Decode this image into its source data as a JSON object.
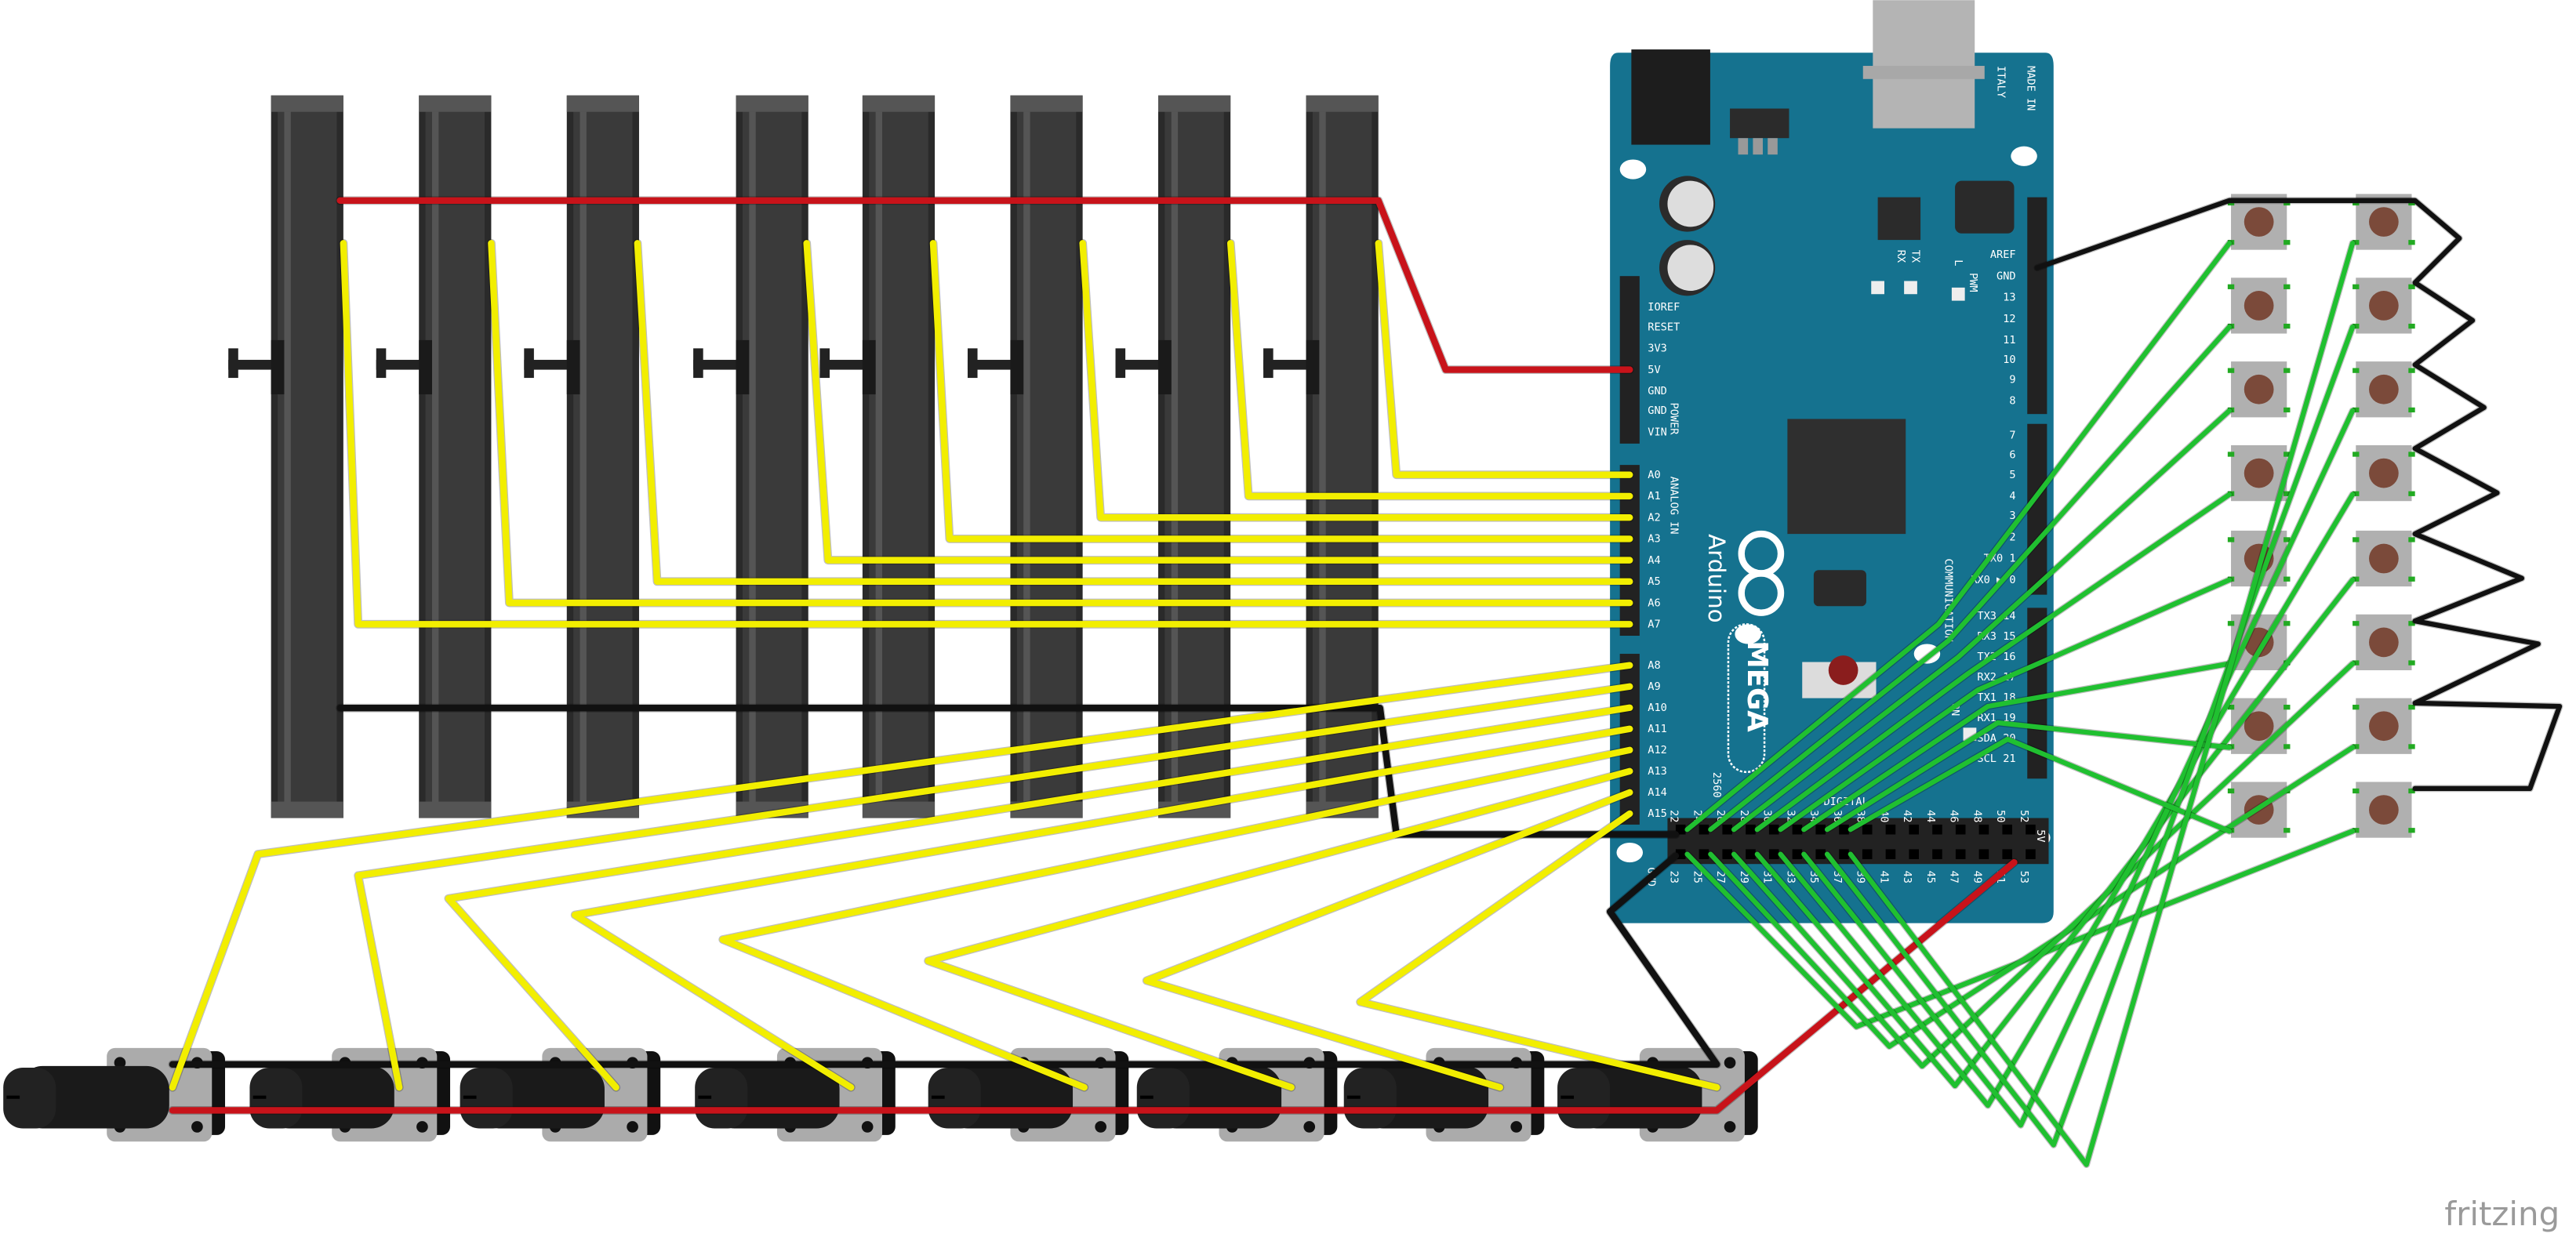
{
  "colors": {
    "board": "#15728f",
    "wire_red": "#c8131a",
    "wire_black": "#111111",
    "wire_yellow": "#f2ee00",
    "wire_green": "#20c030",
    "slider_body": "#3a3a3a",
    "button_cap": "#7b4a3a"
  },
  "board": {
    "made_in": "MADE IN",
    "italy": "ITALY",
    "brand": "Arduino",
    "model": "MEGA",
    "model_num": "2560",
    "power_title": "POWER",
    "analog_title": "ANALOG IN",
    "comm_title": "COMMUNICATION",
    "pwm_title": "PWM",
    "digital_title": "DIGITAL",
    "rx": "RX",
    "tx": "TX",
    "l": "L",
    "on": "ON",
    "power_pins": [
      "IOREF",
      "RESET",
      "3V3",
      "5V",
      "GND",
      "GND",
      "VIN"
    ],
    "analog_pins": [
      "A0",
      "A1",
      "A2",
      "A3",
      "A4",
      "A5",
      "A6",
      "A7",
      "A8",
      "A9",
      "A10",
      "A11",
      "A12",
      "A13",
      "A14",
      "A15"
    ],
    "pwm_pins": [
      "AREF",
      "GND",
      "13",
      "12",
      "11",
      "10",
      "9",
      "8",
      "7",
      "6",
      "5",
      "4",
      "3",
      "2",
      "TX0  1",
      "RX0 ▶ 0"
    ],
    "comm_pins": [
      "TX3 14",
      "RX3 15",
      "TX2 16",
      "RX2 17",
      "TX1 18",
      "RX1 19",
      "SDA 20",
      "SCL 21"
    ],
    "digital_top": [
      "22",
      "24",
      "26",
      "28",
      "30",
      "32",
      "34",
      "36",
      "38",
      "40",
      "42",
      "44",
      "46",
      "48",
      "50",
      "52"
    ],
    "digital_bottom": [
      "23",
      "25",
      "27",
      "29",
      "31",
      "33",
      "35",
      "37",
      "39",
      "41",
      "43",
      "45",
      "47",
      "49",
      "51",
      "53"
    ],
    "gnd_label": "GND",
    "v5_label": "5V"
  },
  "components": {
    "slide_pots": 8,
    "rotary_pots": 8,
    "push_buttons": 16
  },
  "logo": "fritzing"
}
